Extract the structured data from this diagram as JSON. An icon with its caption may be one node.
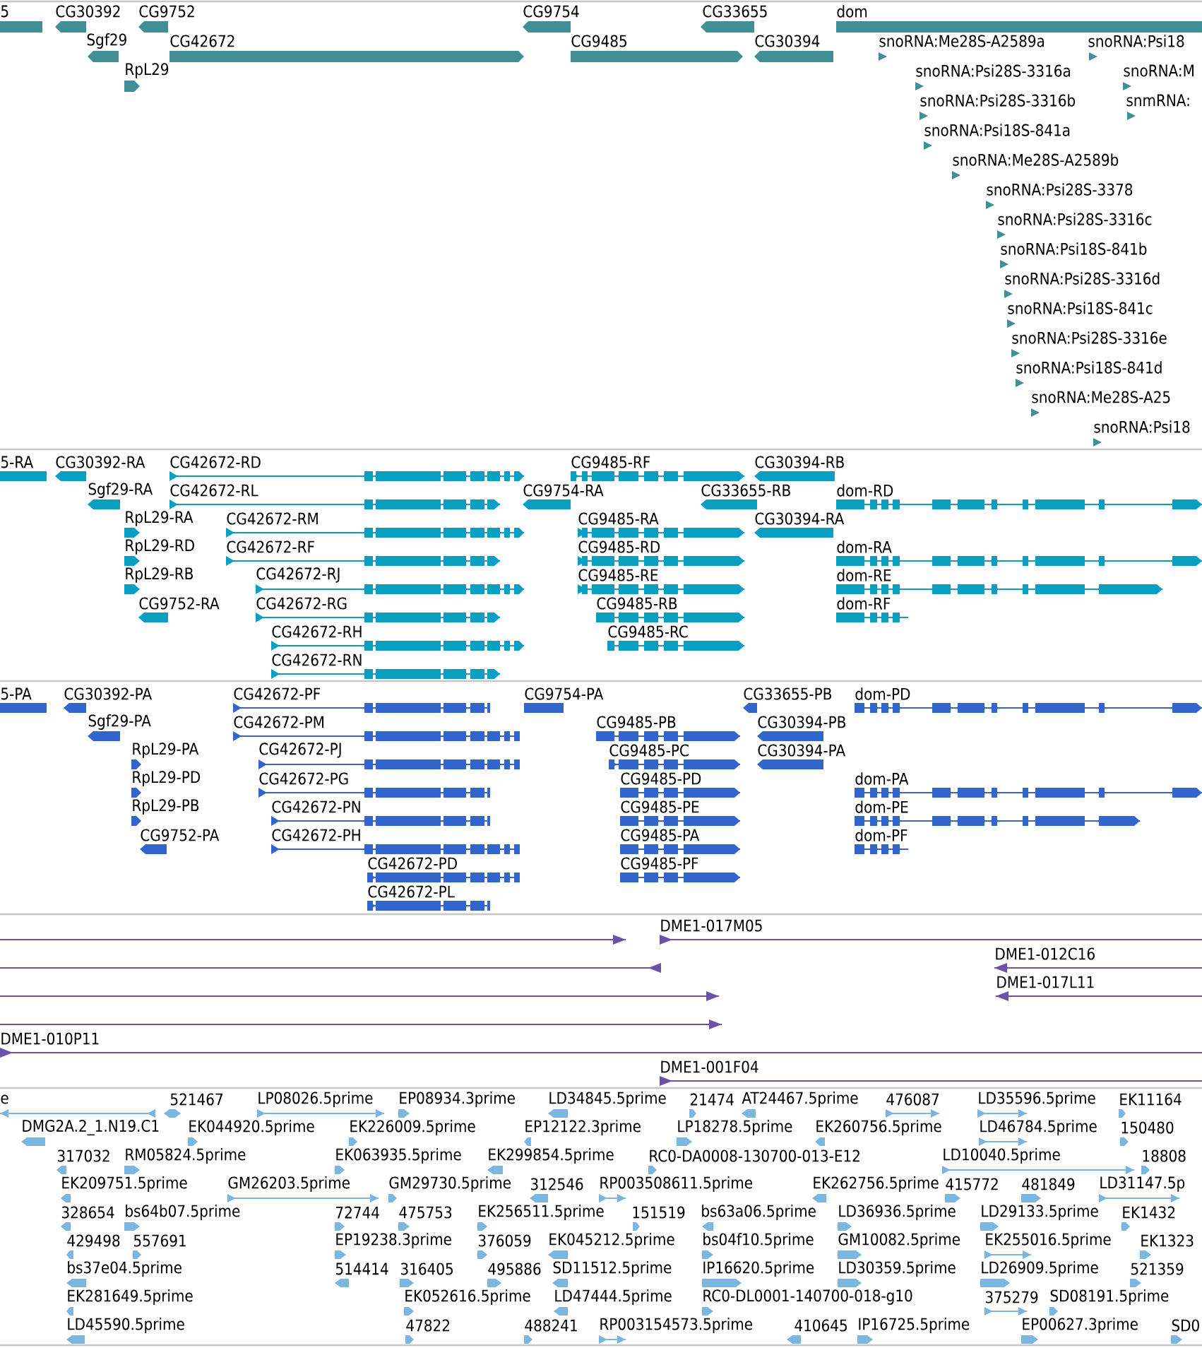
{
  "diagram": {
    "labels": [
      "5",
      "CG30392",
      "CG9752",
      "CG9754",
      "CG33655",
      "dom",
      "Sgf29",
      "CG42672",
      "CG9485",
      "CG30394",
      "snoRNA:Me28S-A2589a",
      "snoRNA:Psi18",
      "RpL29",
      "snoRNA:Psi28S-3316a",
      "snoRNA:M",
      "snoRNA:Psi28S-3316b",
      "snmRNA:",
      "snoRNA:Psi18S-841a",
      "snoRNA:Me28S-A2589b",
      "snoRNA:Psi28S-3378",
      "snoRNA:Psi28S-3316c",
      "snoRNA:Psi18S-841b",
      "snoRNA:Psi28S-3316d",
      "snoRNA:Psi18S-841c",
      "snoRNA:Psi28S-3316e",
      "snoRNA:Psi18S-841d",
      "snoRNA:Me28S-A25",
      "snoRNA:Psi18",
      "5-RA",
      "CG30392-RA",
      "CG42672-RD",
      "CG9485-RF",
      "CG30394-RB",
      "Sgf29-RA",
      "CG42672-RL",
      "CG9754-RA",
      "CG33655-RB",
      "dom-RD",
      "RpL29-RA",
      "CG42672-RM",
      "CG9485-RA",
      "CG30394-RA",
      "RpL29-RD",
      "CG42672-RF",
      "CG9485-RD",
      "dom-RA",
      "RpL29-RB",
      "CG42672-RJ",
      "CG9485-RE",
      "dom-RE",
      "CG9752-RA",
      "CG42672-RG",
      "CG9485-RB",
      "dom-RF",
      "CG42672-RH",
      "CG9485-RC",
      "CG42672-RN",
      "5-PA",
      "CG30392-PA",
      "CG42672-PF",
      "CG9754-PA",
      "CG33655-PB",
      "dom-PD",
      "Sgf29-PA",
      "CG42672-PM",
      "CG9485-PB",
      "CG30394-PB",
      "RpL29-PA",
      "CG42672-PJ",
      "CG9485-PC",
      "CG30394-PA",
      "RpL29-PD",
      "CG42672-PG",
      "CG9485-PD",
      "dom-PA",
      "RpL29-PB",
      "CG42672-PN",
      "CG9485-PE",
      "dom-PE",
      "CG9752-PA",
      "CG42672-PH",
      "CG9485-PA",
      "dom-PF",
      "CG42672-PD",
      "CG9485-PF",
      "CG42672-PL",
      "DME1-017M05",
      "DME1-012C16",
      "DME1-017L11",
      "DME1-010P11",
      "DME1-001F04",
      "e",
      "521467",
      "LP08026.5prime",
      "EP08934.3prime",
      "LD34845.5prime",
      "21474",
      "AT24467.5prime",
      "476087",
      "LD35596.5prime",
      "EK11164",
      "DMG2A.2_1.N19.C1",
      "EK044920.5prime",
      "EK226009.5prime",
      "EP12122.3prime",
      "LP18278.5prime",
      "EK260756.5prime",
      "LD46784.5prime",
      "150480",
      "317032",
      "RM05824.5prime",
      "EK063935.5prime",
      "EK299854.5prime",
      "RC0-DA0008-130700-013-E12",
      "LD10040.5prime",
      "18808",
      "EK209751.5prime",
      "GM26203.5prime",
      "GM29730.5prime",
      "312546",
      "RP003508611.5prime",
      "EK262756.5prime",
      "415772",
      "481849",
      "LD31147.5p",
      "328654",
      "bs64b07.5prime",
      "72744",
      "475753",
      "EK256511.5prime",
      "151519",
      "bs63a06.5prime",
      "LD36936.5prime",
      "LD29133.5prime",
      "EK1432",
      "429498",
      "557691",
      "EP19238.3prime",
      "376059",
      "EK045212.5prime",
      "bs04f10.5prime",
      "GM10082.5prime",
      "EK255016.5prime",
      "EK1323",
      "bs37e04.5prime",
      "514414",
      "316405",
      "495886",
      "SD11512.5prime",
      "IP16620.5prime",
      "LD30359.5prime",
      "LD26909.5prime",
      "521359",
      "EK281649.5prime",
      "EK052616.5prime",
      "LD47444.5prime",
      "RC0-DL0001-140700-018-g10",
      "375279",
      "SD08191.5prime",
      "LD45590.5prime",
      "47822",
      "488241",
      "RP003154573.5prime",
      "410645",
      "IP16725.5prime",
      "EP00627.3prime",
      "SD0"
    ]
  }
}
